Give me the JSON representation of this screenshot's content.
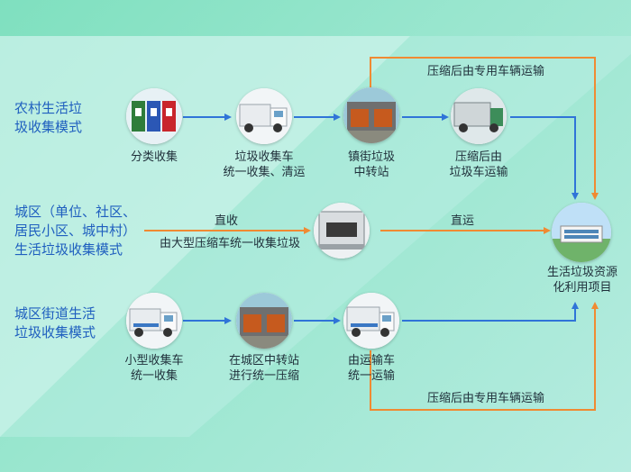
{
  "modes": {
    "rural": [
      "农村生活垃",
      "圾收集模式"
    ],
    "urban": [
      "城区（单位、社区、",
      "居民小区、城中村）",
      "生活垃圾收集模式"
    ],
    "street": [
      "城区街道生活",
      "垃圾收集模式"
    ]
  },
  "nodes": {
    "sorting": [
      "分类收集"
    ],
    "collect_truck": [
      "垃圾收集车",
      "统一收集、清运"
    ],
    "town_station": [
      "镇街垃圾",
      "中转站"
    ],
    "compress_truck": [
      "压缩后由",
      "垃圾车运输"
    ],
    "small_truck": [
      "小型收集车",
      "统一收集"
    ],
    "city_station": [
      "在城区中转站",
      "进行统一压缩"
    ],
    "transport_truck": [
      "由运输车",
      "统一运输"
    ],
    "resource": [
      "生活垃圾资源",
      "化利用项目"
    ]
  },
  "edges": {
    "top_orange": "压缩后由专用车辆运输",
    "bottom_orange": "压缩后由专用车辆运输",
    "direct_collect": "直收",
    "direct_collect_sub": "由大型压缩车统一收集垃圾",
    "direct_ship": "直运"
  },
  "colors": {
    "blue_arrow": "#2f74d8",
    "orange_arrow": "#f08a32",
    "mode_text": "#1f5fbf"
  }
}
